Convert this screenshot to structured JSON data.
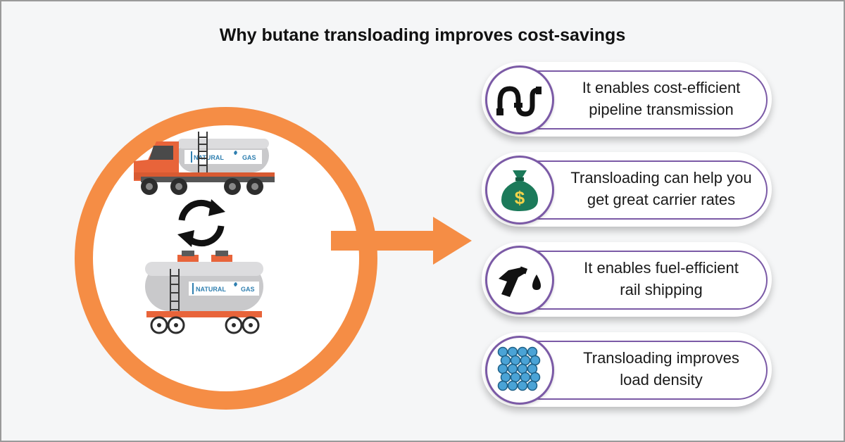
{
  "title": "Why butane transloading improves cost-savings",
  "colors": {
    "accent": "#f58d45",
    "card_border": "#7b5aa6",
    "money_bag": "#1c7a5a"
  },
  "vehicles": {
    "truck_tank_label_a": "NATURAL",
    "truck_tank_label_b": "GAS",
    "rail_tank_label_a": "NATURAL",
    "rail_tank_label_b": "GAS"
  },
  "benefits": [
    {
      "icon": "pipeline-icon",
      "line1": "It enables cost-efficient",
      "line2": "pipeline transmission"
    },
    {
      "icon": "money-bag-icon",
      "line1": "Transloading can help you",
      "line2": "get great carrier rates"
    },
    {
      "icon": "fuel-nozzle-icon",
      "line1": "It enables fuel-efficient",
      "line2": "rail shipping"
    },
    {
      "icon": "stacked-spheres-icon",
      "line1": "Transloading improves",
      "line2": "load density"
    }
  ]
}
